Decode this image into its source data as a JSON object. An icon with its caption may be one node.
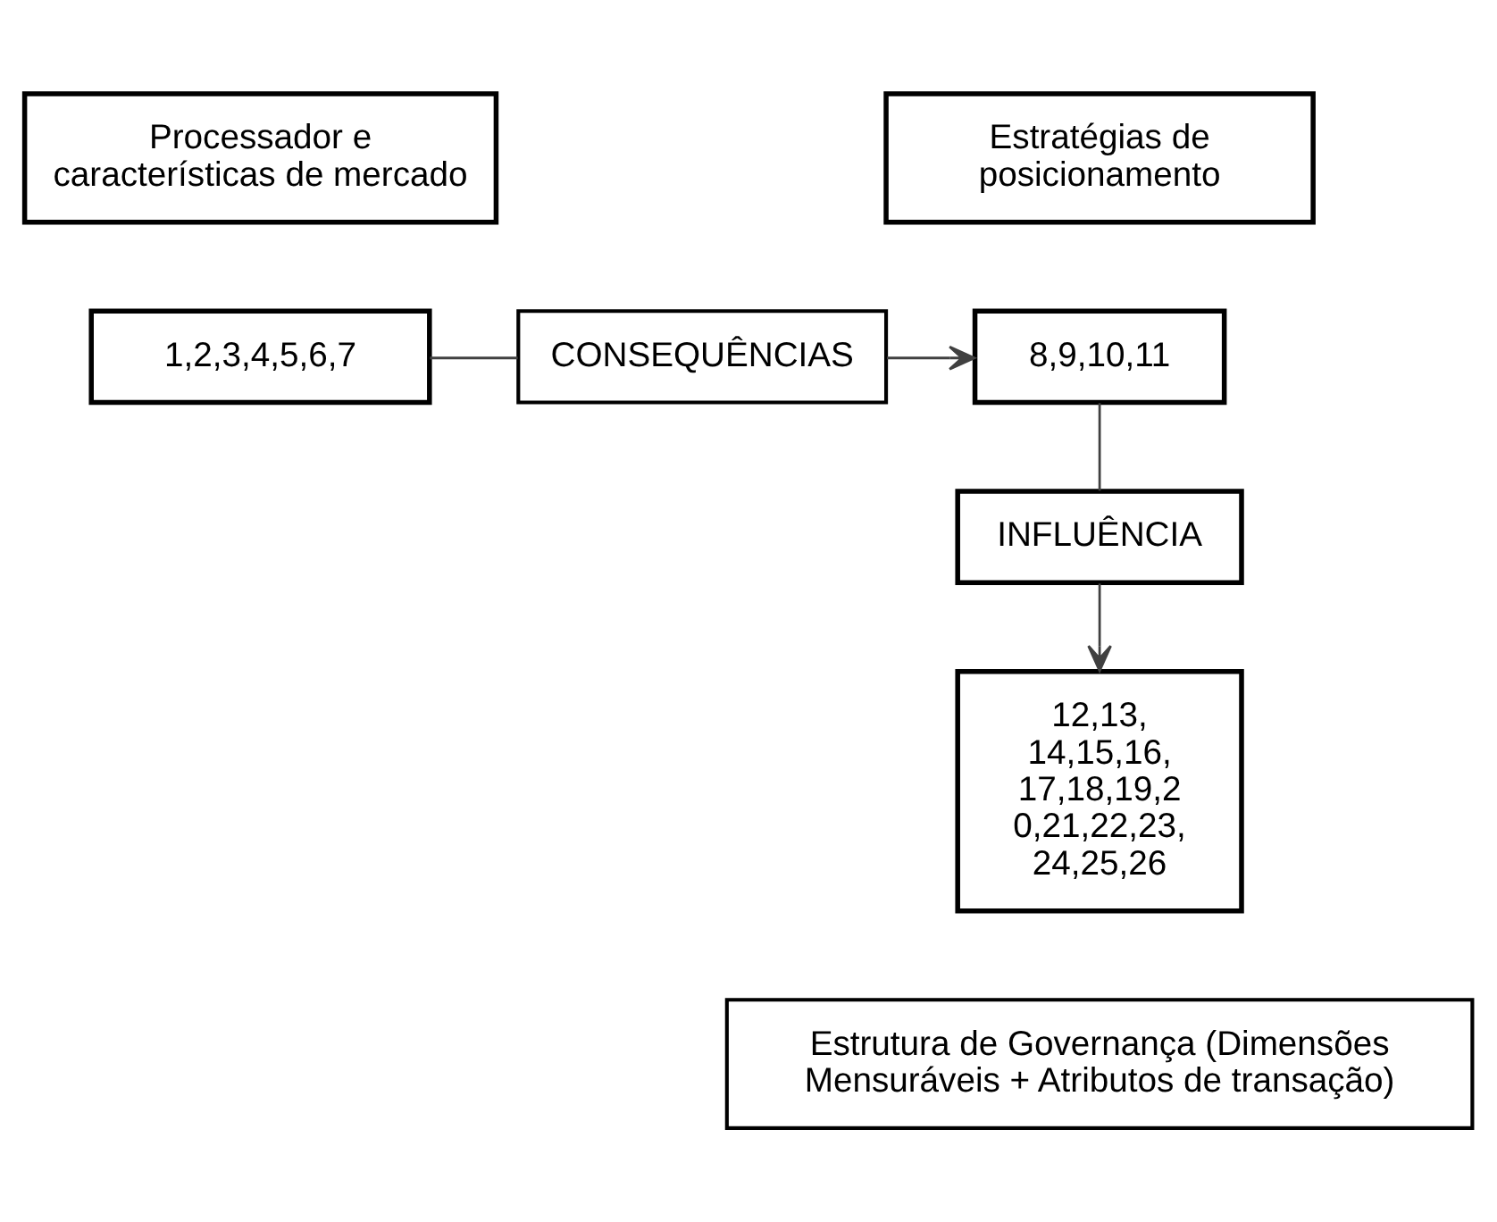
{
  "diagram": {
    "nodes": [
      {
        "text": [
          "Processador e características de mercado"
        ]
      },
      {
        "text": [
          "1,2,3,4,5,6,7"
        ]
      },
      {
        "text": [
          "CONSEQUÊNCIAS"
        ]
      },
      {
        "text": [
          "Estratégias de posicionamento"
        ]
      },
      {
        "text": [
          "8,9,10,11"
        ]
      },
      {
        "text": [
          "INFLUÊNCIA"
        ]
      },
      {
        "text": [
          "12,13, 14,15,16, 17,18,19,2 0,21,22,23, 24,25,26"
        ]
      },
      {
        "text": [
          "Estrutura de Governança (Dimensões Mensuráveis + Atributos de transação)"
        ]
      }
    ],
    "edges": [
      {
        "from": 1,
        "to": 2,
        "arrow": "none"
      },
      {
        "from": 2,
        "to": 4,
        "arrow": "to"
      },
      {
        "from": 4,
        "to": 5,
        "arrow": "none"
      },
      {
        "from": 5,
        "to": 6,
        "arrow": "to"
      }
    ]
  }
}
